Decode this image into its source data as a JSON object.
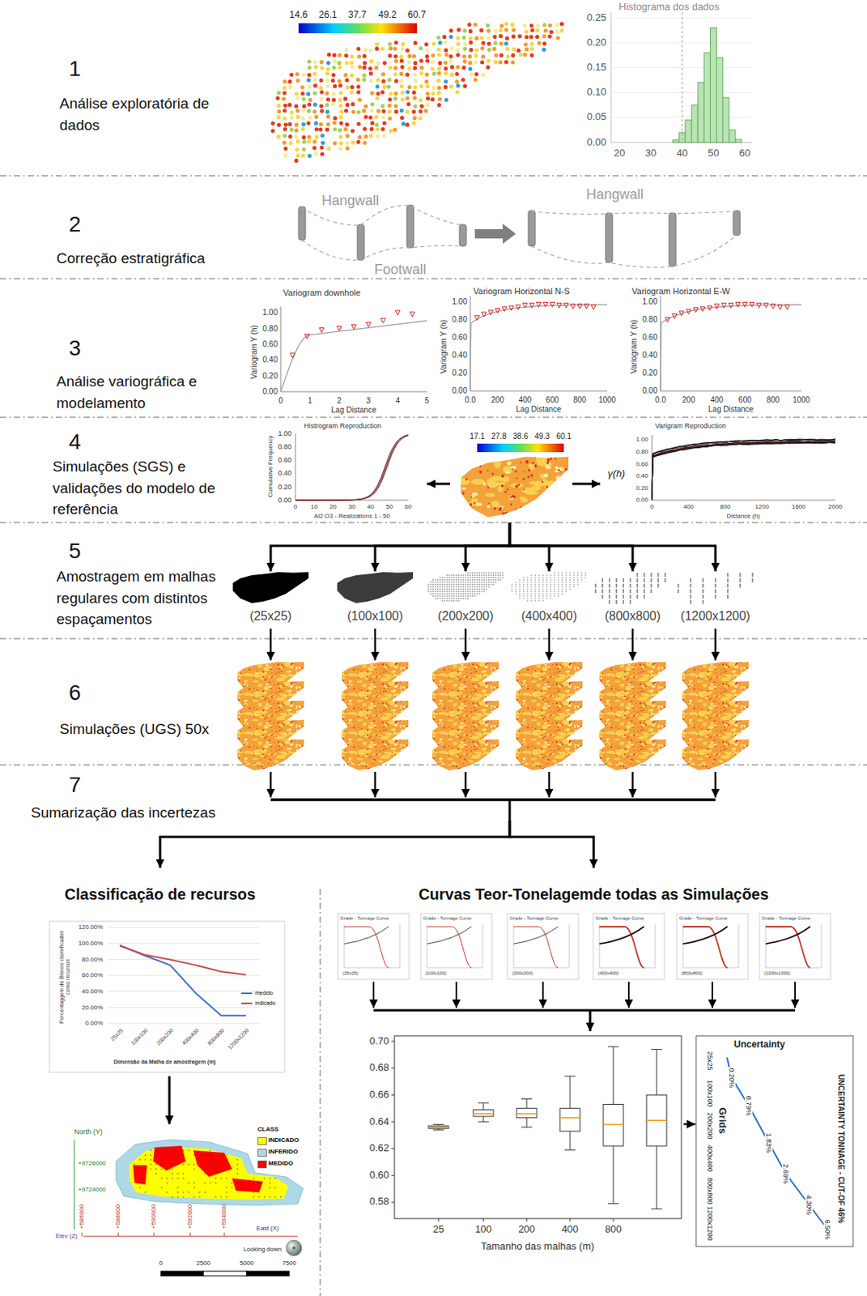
{
  "diagram": {
    "nodes": [
      {
        "text": [
          "1",
          "Análise exploratória de dados"
        ]
      },
      {
        "text": [
          "2",
          "Correção estratigráfica"
        ]
      },
      {
        "text": [
          "3",
          "Análise variográfica e modelamento"
        ]
      },
      {
        "text": [
          "4",
          "Simulações (SGS) e validações do modelo de referência"
        ]
      },
      {
        "text": [
          "5",
          "Amostragem em malhas regulares com distintos espaçamentos"
        ]
      },
      {
        "text": [
          "(25x25)"
        ],
        "in": 4
      },
      {
        "text": [
          "(100x100)"
        ],
        "in": 4
      },
      {
        "text": [
          "(200x200)"
        ],
        "in": 4
      },
      {
        "text": [
          "(400x400)"
        ],
        "in": 4
      },
      {
        "text": [
          "(800x800)"
        ],
        "in": 4
      },
      {
        "text": [
          "(1200x1200)"
        ],
        "in": 4
      },
      {
        "text": [
          "6",
          "Simulações (UGS) 50x"
        ]
      },
      {
        "text": [
          "7",
          "Sumarização das incertezas"
        ]
      },
      {
        "text": [
          "Classificação de recursos"
        ]
      },
      {
        "text": [
          "Curvas Teor-Tonelagemde todas as Simulações"
        ]
      }
    ],
    "edges": [
      {
        "from": 3,
        "to": 5,
        "arrow": "to"
      },
      {
        "from": 3,
        "to": 6,
        "arrow": "to"
      },
      {
        "from": 3,
        "to": 7,
        "arrow": "to"
      },
      {
        "from": 3,
        "to": 8,
        "arrow": "to"
      },
      {
        "from": 3,
        "to": 9,
        "arrow": "to"
      },
      {
        "from": 3,
        "to": 10,
        "arrow": "to"
      },
      {
        "from": 12,
        "to": 13,
        "arrow": "to"
      },
      {
        "from": 12,
        "to": 14,
        "arrow": "to"
      }
    ],
    "labels": [
      "14.6",
      "26.1",
      "37.7",
      "49.2",
      "60.7",
      "Histograma dos dados",
      "0.25",
      "0.20",
      "0.15",
      "0.10",
      "0.05",
      "0.00",
      "20",
      "30",
      "40",
      "50",
      "60",
      "Hangwall",
      "Footwall",
      "Hangwall",
      "Variogram downhole",
      "1.00",
      "0.80",
      "0.60",
      "0.40",
      "0.20",
      "0.00",
      "Variogram Y (h)",
      "0",
      "1",
      "2",
      "3",
      "4",
      "5",
      "Lag Distance",
      "Variogram Horizontal N-S",
      "1.00",
      "0.80",
      "0.60",
      "0.40",
      "0.20",
      "0.00",
      "Variogram Y (h)",
      "0.0",
      "200",
      "400",
      "600",
      "800",
      "1000",
      "Lag Distance",
      "Variogram Horizontal E-W",
      "1.00",
      "0.80",
      "0.60",
      "0.40",
      "0.20",
      "0.00",
      "Variogram Y (h)",
      "0.0",
      "200",
      "400",
      "600",
      "800",
      "1000",
      "Lag Distance",
      "Histrogram Reproduction",
      "1.00",
      "0.80",
      "0.60",
      "0.40",
      "0.20",
      "0.00",
      "Cumulative Frequency",
      "0",
      "10",
      "20",
      "30",
      "40",
      "50",
      "60",
      "Al2 O3 - Realizations 1 - 50",
      "17.1",
      "27.8",
      "38.6",
      "49.3",
      "60.1",
      "Varigram Reproduction",
      "1.00",
      "0.80",
      "0.60",
      "0.40",
      "0.20",
      "0.00",
      "γ(h)",
      "0",
      "400",
      "800",
      "1200",
      "1600",
      "2000",
      "Distance (h)",
      "120.00%",
      "100.00%",
      "80.00%",
      "60.00%",
      "40.00%",
      "20.00%",
      "0.00%",
      "Porcentaggem de Blocos classificados como recursos",
      "25x25",
      "100x100",
      "200x200",
      "400x400",
      "800x800",
      "1200x1200",
      "Dimensão da Malha de amostragem (m)",
      "North (Y)",
      "+9726000",
      "+9724000",
      "+586000",
      "+588000",
      "+590000",
      "+592000",
      "+594000",
      "Elev (Z)",
      "East (X)",
      "Looking down",
      "0",
      "2500",
      "5000",
      "7500",
      "CLASS",
      "Grade - Tonnage Curve",
      "(25x25)",
      "Grade - Tonnage Curve",
      "(100x100)",
      "Grade - Tonnage Curve",
      "(200x200)",
      "Grade - Tonnage Curve",
      "(400x400)",
      "Grade - Tonnage Curve",
      "(800x800)",
      "Grade - Tonnage Curve",
      "(1200x1200)",
      "0.70",
      "0.68",
      "0.66",
      "0.64",
      "0.62",
      "0.60",
      "0.58",
      "25",
      "100",
      "200",
      "400",
      "800",
      "Tamanho das malhas (m)",
      "Uncertainty",
      "UNCERTAINTY TONNAGE - CUT-OF 46%",
      "Grids",
      "25x25",
      "100x100",
      "200x200",
      "400x400",
      "800x800",
      "1200x1200",
      "0.20%",
      "0.79%",
      "1.83%",
      "2.69%",
      "4.30%",
      "6.50%"
    ],
    "legend": [
      {
        "text": "medido"
      },
      {
        "text": "indicado"
      },
      {
        "text": "INDICADO",
        "color": "#ffff00"
      },
      {
        "text": "INFERIDO",
        "color": "#add8e6"
      },
      {
        "text": "MEDIDO",
        "color": "#ff0000"
      }
    ]
  }
}
